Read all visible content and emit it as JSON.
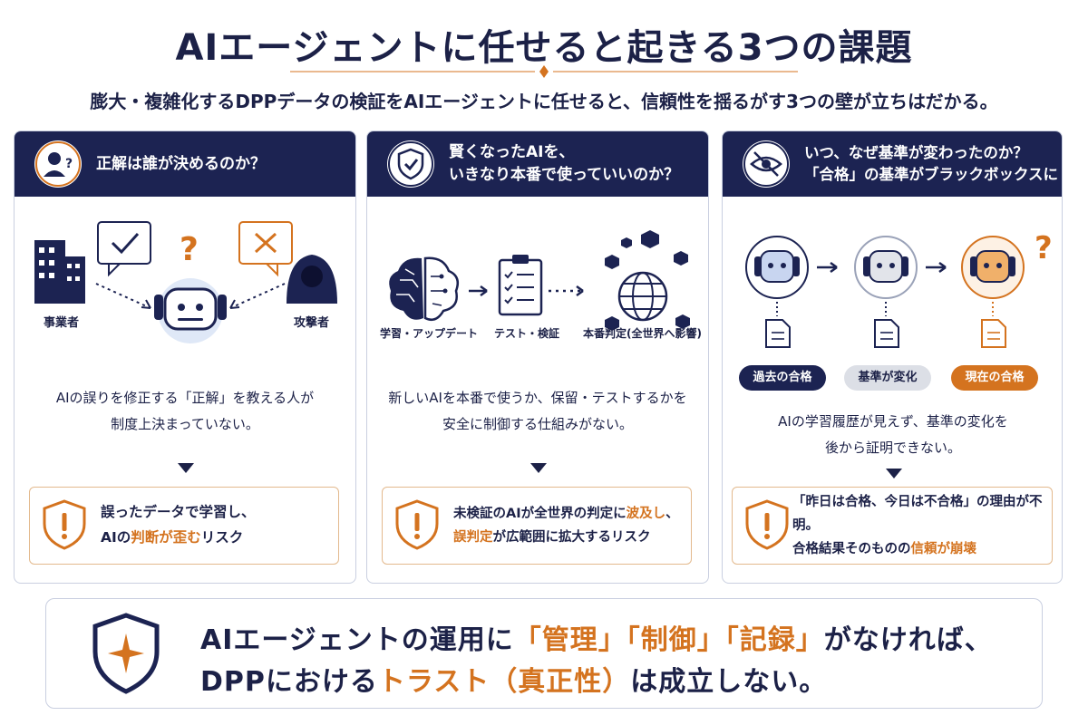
{
  "title": "AIエージェントに任せると起きる3つの課題",
  "subtitle": "膨大・複雑化するDPPデータの検証をAIエージェントに任せると、信頼性を揺るがす3つの壁が立ちはだかる。",
  "colors": {
    "navy": "#1c2352",
    "orange": "#d4731f",
    "grey": "#c9cfe0"
  },
  "panel1": {
    "heading": "正解は誰が決めるのか？",
    "label_business": "事業者",
    "label_attacker": "攻撃者",
    "desc1": "AIの誤りを修正する「正解」を教える人が",
    "desc2": "制度上決まっていない。",
    "risk1": "誤ったデータで学習し、",
    "risk2_a": "AIの",
    "risk2_hl": "判断が歪む",
    "risk2_b": "リスク"
  },
  "panel2": {
    "heading1": "賢くなったAIを、",
    "heading2": "いきなり本番で使っていいのか？",
    "label_learn": "学習・アップデート",
    "label_test": "テスト・検証",
    "label_prod": "本番判定(全世界へ影響)",
    "desc1": "新しいAIを本番で使うか、保留・テストするかを",
    "desc2": "安全に制御する仕組みがない。",
    "risk1_a": "未検証のAIが全世界の判定に",
    "risk1_hl": "波及し",
    "risk1_b": "、",
    "risk2_hl": "誤判定",
    "risk2_b": "が広範囲に拡大するリスク"
  },
  "panel3": {
    "heading1": "いつ、なぜ基準が変わったのか？",
    "heading2": "「合格」の基準がブラックボックスに",
    "pill_past": "過去の合格",
    "pill_change": "基準が変化",
    "pill_now": "現在の合格",
    "desc1": "AIの学習履歴が見えず、基準の変化を",
    "desc2": "後から証明できない。",
    "risk1": "「昨日は合格、今日は不合格」の理由が不明。",
    "risk2_a": "合格結果そのものの",
    "risk2_hl": "信頼が崩壊"
  },
  "bottom": {
    "l1_a": "AIエージェントの運用に",
    "l1_hl": "「管理」「制御」「記録」",
    "l1_b": "がなければ、",
    "l2_a": "DPPにおける",
    "l2_hl": "トラスト（真正性）",
    "l2_b": "は成立しない。"
  },
  "icons": [
    "user-question-icon",
    "shield-check-icon",
    "eye-slash-icon",
    "building-icon",
    "robot-icon",
    "hacker-icon",
    "brain-icon",
    "checklist-icon",
    "globe-icon",
    "document-icon",
    "warning-shield-icon",
    "star-shield-icon"
  ]
}
